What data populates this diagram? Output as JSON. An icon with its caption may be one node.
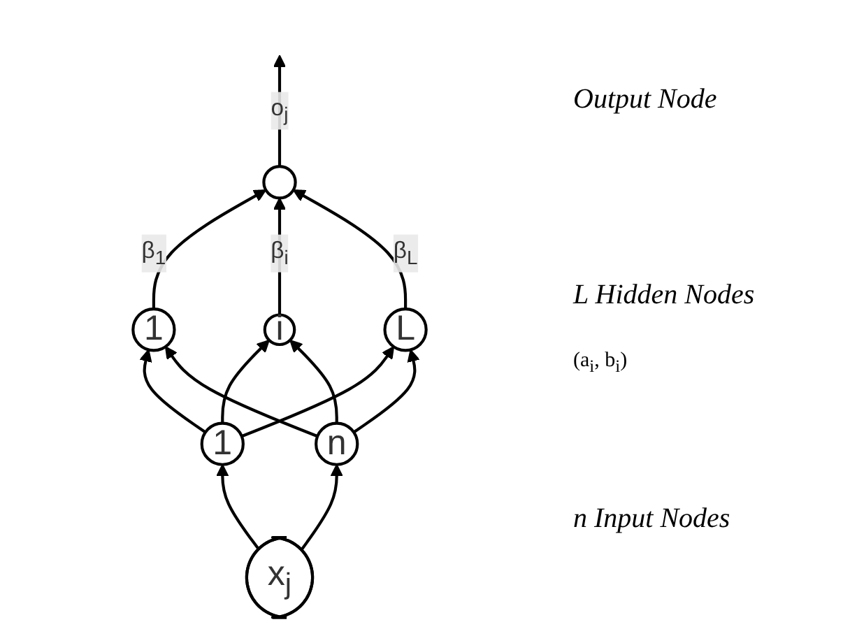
{
  "diagram": {
    "nodes": [
      {
        "text": [],
        "shape": "circle"
      },
      {
        "text": [
          "1"
        ]
      },
      {
        "text": [
          "i"
        ]
      },
      {
        "text": [
          "L"
        ]
      },
      {
        "text": [
          "1"
        ]
      },
      {
        "text": [
          "n"
        ]
      },
      {
        "text": [
          "x$_{j}$"
        ]
      }
    ],
    "edges": [
      {
        "from": 0,
        "to": null,
        "arrow": "to",
        "label": "o$_{j}$"
      },
      {
        "from": 1,
        "to": 0,
        "arrow": "to",
        "label": "β$_{1}$"
      },
      {
        "from": 2,
        "to": 0,
        "arrow": "to",
        "label": "β$_{i}$"
      },
      {
        "from": 3,
        "to": 0,
        "arrow": "to",
        "label": "β$_{L}$"
      },
      {
        "from": 4,
        "to": 1,
        "arrow": "to"
      },
      {
        "from": 4,
        "to": 2,
        "arrow": "to"
      },
      {
        "from": 4,
        "to": 3,
        "arrow": "to"
      },
      {
        "from": 5,
        "to": 1,
        "arrow": "to"
      },
      {
        "from": 5,
        "to": 2,
        "arrow": "to"
      },
      {
        "from": 5,
        "to": 3,
        "arrow": "to"
      },
      {
        "from": 6,
        "to": 4,
        "arrow": "to"
      },
      {
        "from": 6,
        "to": 5,
        "arrow": "to"
      }
    ],
    "labels": [
      "Output Node",
      "L Hidden Nodes",
      "(a$_{i}$, b$_{i}$)",
      "n Input Nodes"
    ]
  }
}
